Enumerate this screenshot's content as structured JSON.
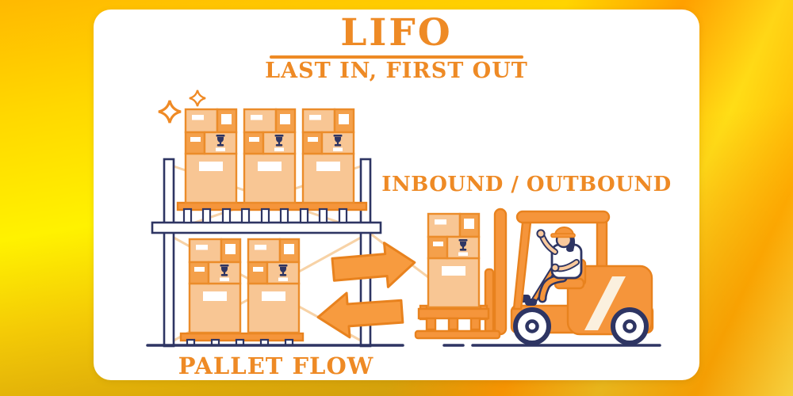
{
  "header": {
    "title": "LIFO",
    "subtitle": "LAST IN, FIRST OUT"
  },
  "labels": {
    "inbound_outbound": "INBOUND / OUTBOUND",
    "pallet_flow": "PALLET FLOW"
  },
  "scene": {
    "pallet_stacks_top_shelf": 3,
    "pallet_stacks_floor": 2,
    "pallet_stacks_on_forklift": 1,
    "icons": [
      "sparkle-icon",
      "fragile-glass-icon",
      "arrow-right-icon",
      "arrow-left-icon",
      "forklift",
      "warehouse-rack",
      "pallet",
      "box-stack"
    ]
  },
  "colors": {
    "accent_text_orange": "#EE8A25",
    "illustration_orange": "#F5953B",
    "illustration_outline_orange": "#E8821E",
    "box_light": "#F8C694",
    "box_dark": "#F4A04B",
    "outline_navy": "#2E3563",
    "card_background": "#FFFFFF",
    "background_gold_top": "#FFB900",
    "background_yellow": "#FFF200",
    "background_dark_gold": "#C18E10",
    "background_orange_band": "#FF9100"
  }
}
